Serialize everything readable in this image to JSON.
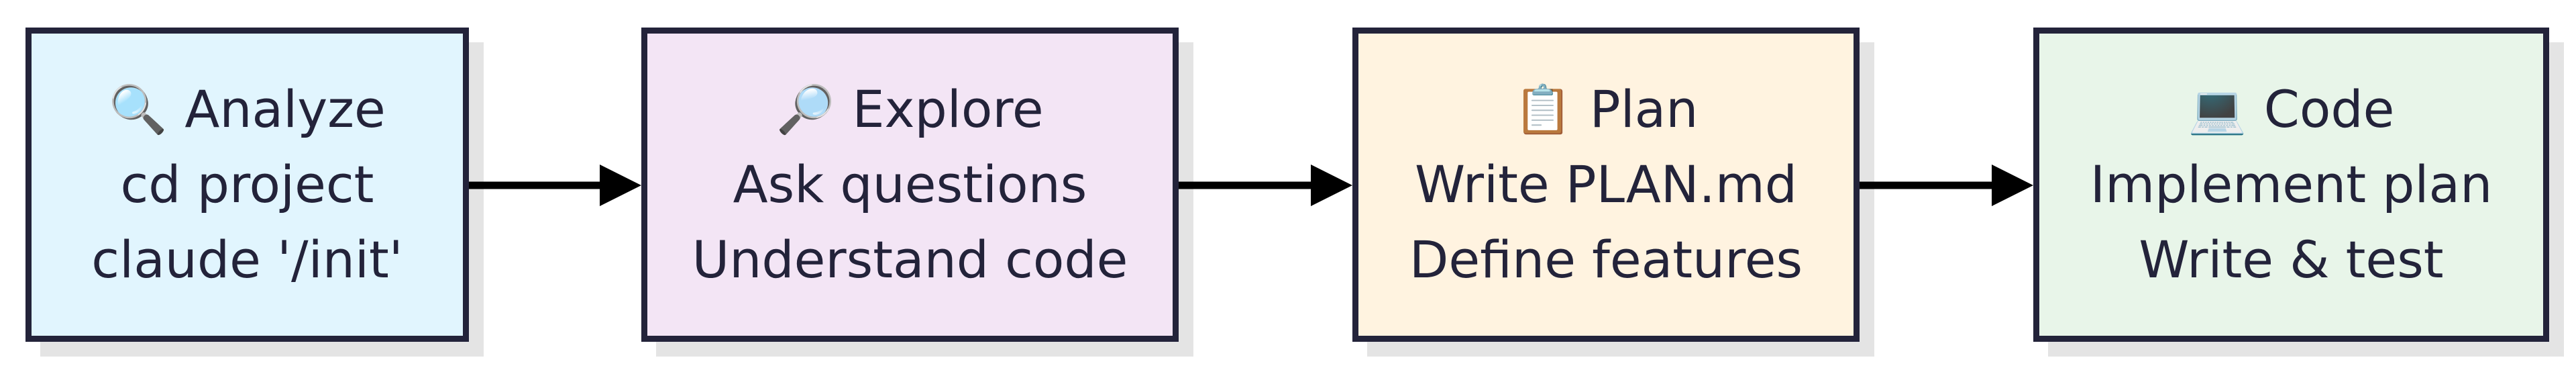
{
  "steps": [
    {
      "icon": "magnifying-glass-left-icon",
      "glyph": "🔍",
      "title": "Analyze",
      "lines": [
        "cd project",
        "claude '/init'"
      ],
      "color": "#e1f5fe"
    },
    {
      "icon": "magnifying-glass-right-icon",
      "glyph": "🔎",
      "title": "Explore",
      "lines": [
        "Ask questions",
        "Understand code"
      ],
      "color": "#f3e5f5"
    },
    {
      "icon": "clipboard-icon",
      "glyph": "📋",
      "title": "Plan",
      "lines": [
        "Write PLAN.md",
        "Define features"
      ],
      "color": "#fff3e0"
    },
    {
      "icon": "laptop-icon",
      "glyph": "💻",
      "title": "Code",
      "lines": [
        "Implement plan",
        "Write & test"
      ],
      "color": "#e8f5e9"
    }
  ],
  "border_color": "#23233a",
  "arrow_color": "#000000"
}
